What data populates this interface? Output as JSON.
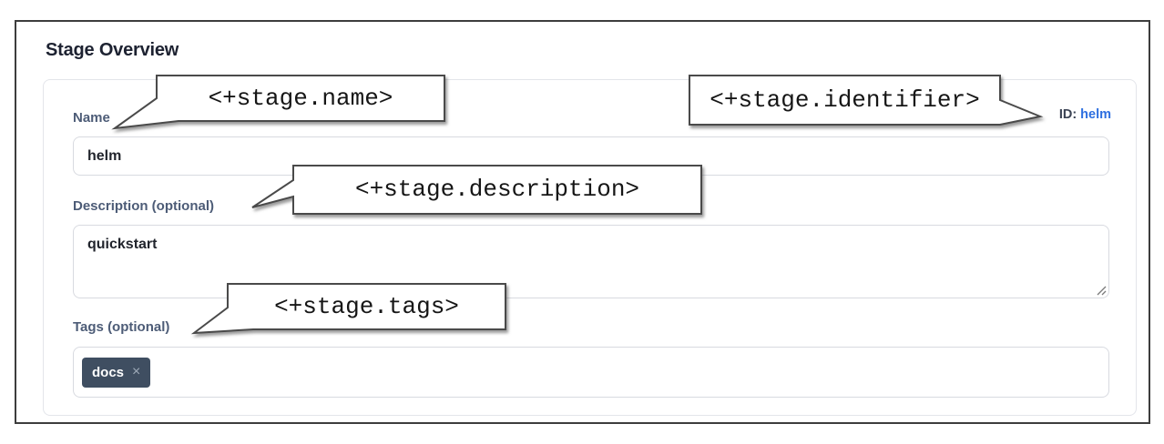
{
  "page": {
    "title": "Stage Overview"
  },
  "form": {
    "name": {
      "label": "Name",
      "value": "helm"
    },
    "identifier": {
      "label": "ID:",
      "value": "helm"
    },
    "description": {
      "label": "Description (optional)",
      "value": "quickstart"
    },
    "tags": {
      "label": "Tags (optional)",
      "chips": [
        {
          "label": "docs",
          "remove_icon": "×"
        }
      ]
    }
  },
  "annotations": {
    "name": {
      "text": "<+stage.name>"
    },
    "identifier": {
      "text": "<+stage.identifier>"
    },
    "description": {
      "text": "<+stage.description>"
    },
    "tags": {
      "text": "<+stage.tags>"
    }
  },
  "colors": {
    "accent_blue": "#2d6fe0",
    "label_text": "#4d5c77",
    "chip_background": "#3f4e61",
    "callout_border": "#4a4a4a",
    "input_border": "#d8dae0",
    "frame_border": "#3d3d3d"
  }
}
